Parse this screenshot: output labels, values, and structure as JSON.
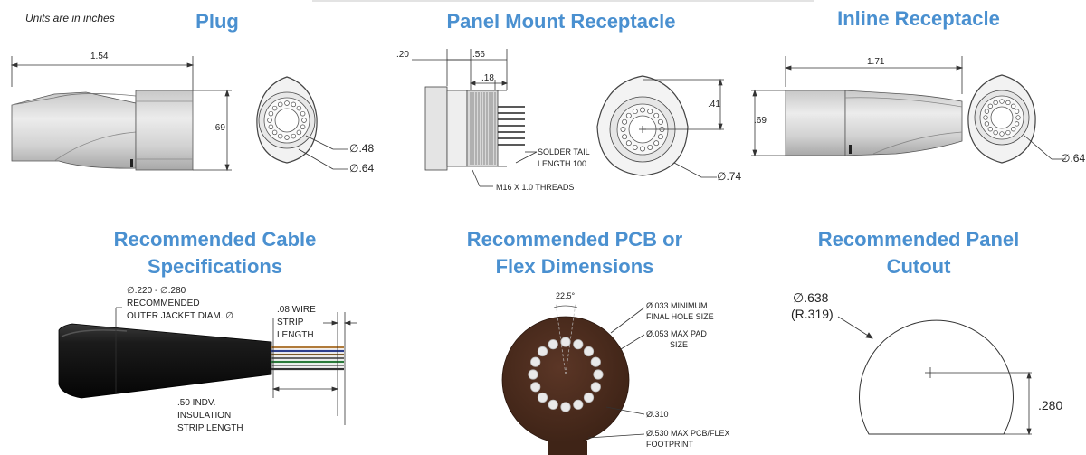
{
  "units_note": "Units are in inches",
  "sections": {
    "plug": {
      "title": "Plug",
      "dim_length": "1.54",
      "dim_height": ".69",
      "dim_inner_diam": "∅.48",
      "dim_outer_diam": "∅.64"
    },
    "panel_mount": {
      "title": "Panel Mount Receptacle",
      "dim_flange": ".20",
      "dim_body": ".56",
      "dim_tail": ".18",
      "dim_offset": ".41",
      "solder_tail_line1": "SOLDER TAIL",
      "solder_tail_line2": "LENGTH.100",
      "threads": "M16 X 1.0 THREADS",
      "dim_diam": "∅.74"
    },
    "inline": {
      "title": "Inline Receptacle",
      "dim_length": "1.71",
      "dim_height": ".69",
      "dim_diam": "∅.64"
    },
    "cable": {
      "title_line1": "Recommended Cable",
      "title_line2": "Specifications",
      "jacket_line1": "∅.220 - ∅.280",
      "jacket_line2": "RECOMMENDED",
      "jacket_line3": "OUTER JACKET DIAM. ∅",
      "wire_strip_line1": ".08 WIRE",
      "wire_strip_line2": "STRIP",
      "wire_strip_line3": "LENGTH",
      "insulation_line1": ".50 INDV.",
      "insulation_line2": "INSULATION",
      "insulation_line3": "STRIP LENGTH"
    },
    "pcb": {
      "title_line1": "Recommended PCB or",
      "title_line2": "Flex Dimensions",
      "angle": "22.5°",
      "hole_line1": "Ø.033 MINIMUM",
      "hole_line2": "FINAL HOLE SIZE",
      "pad_line1": "Ø.053 MAX PAD",
      "pad_line2": "SIZE",
      "circle_diam": "Ø.310",
      "footprint_line1": "Ø.530 MAX PCB/FLEX",
      "footprint_line2": "FOOTPRINT"
    },
    "panel_cutout": {
      "title_line1": "Recommended Panel",
      "title_line2": "Cutout",
      "diam": "∅.638",
      "radius": "(R.319)",
      "flat": ".280"
    }
  },
  "colors": {
    "title_blue": "#4a90d0",
    "pcb_brown": "#4a2a1c",
    "cable_black": "#111111"
  }
}
